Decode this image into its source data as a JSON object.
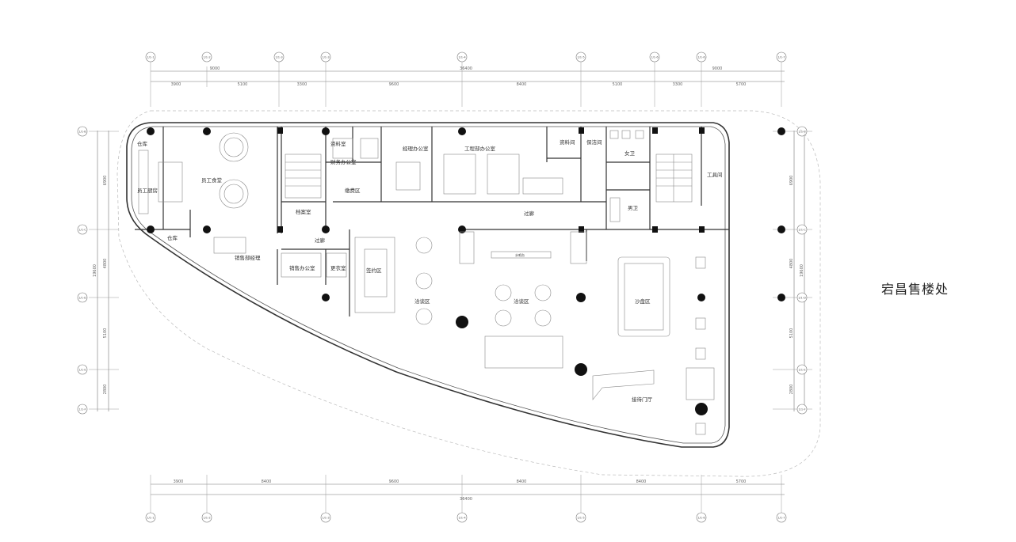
{
  "title": "宕昌售楼处",
  "dims_top": [
    "3900",
    "5100",
    "3300",
    "9600",
    "8400",
    "5100",
    "3300",
    "5700"
  ],
  "dims_top_group": [
    "9000",
    "36400",
    "9000"
  ],
  "dims_bottom": [
    "3900",
    "8400",
    "9600",
    "8400",
    "8400",
    "5700"
  ],
  "dims_bottom_total": "36400",
  "dims_left": [
    "6900",
    "4800",
    "5100",
    "2800"
  ],
  "dims_left_total": "19600",
  "dims_right": [
    "6900",
    "4800",
    "5100",
    "2800"
  ],
  "dims_right_total": "19600",
  "axis_top": [
    "1/1-1",
    "1/1-2",
    "1/1-3",
    "1/1-3",
    "1/1-4",
    "1/1-5",
    "1/1-6",
    "1/1-6",
    "1/1-7"
  ],
  "axis_bottom": [
    "1/1-1",
    "1/1-2",
    "1/1-3",
    "1/1-4",
    "1/1-5",
    "1/1-6",
    "1/1-7"
  ],
  "axis_left": [
    "1/1-B",
    "1/1-C",
    "1/1-D",
    "1/1-E",
    "1/1-F"
  ],
  "axis_right": [
    "1/1-B",
    "1/1-C",
    "1/1-D",
    "1/1-E",
    "1/1-F"
  ],
  "rooms": {
    "warehouse1": "仓库",
    "staff_canteen": "员工食堂",
    "staff_kitchen": "员工厨房",
    "warehouse2": "仓库",
    "data_room": "资料室",
    "finance_office": "财务办公室",
    "archive": "档案室",
    "payment_area": "缴费区",
    "manager_office": "经理办公室",
    "engineering_office": "工程部办公室",
    "data_room2": "资料间",
    "cleaning_room": "保洁间",
    "female_wc": "女卫",
    "male_wc": "男卫",
    "tool_room": "工具间",
    "corridor1": "过廊",
    "corridor2": "过廊",
    "sales_manager": "销售部经理",
    "sales_office": "销售办公室",
    "locker": "更衣室",
    "signing_area": "签约区",
    "negotiation1": "洽谈区",
    "negotiation2": "洽谈区",
    "sand_table": "沙盘区",
    "reception": "接待门厅",
    "water_bar": "水吧台"
  }
}
